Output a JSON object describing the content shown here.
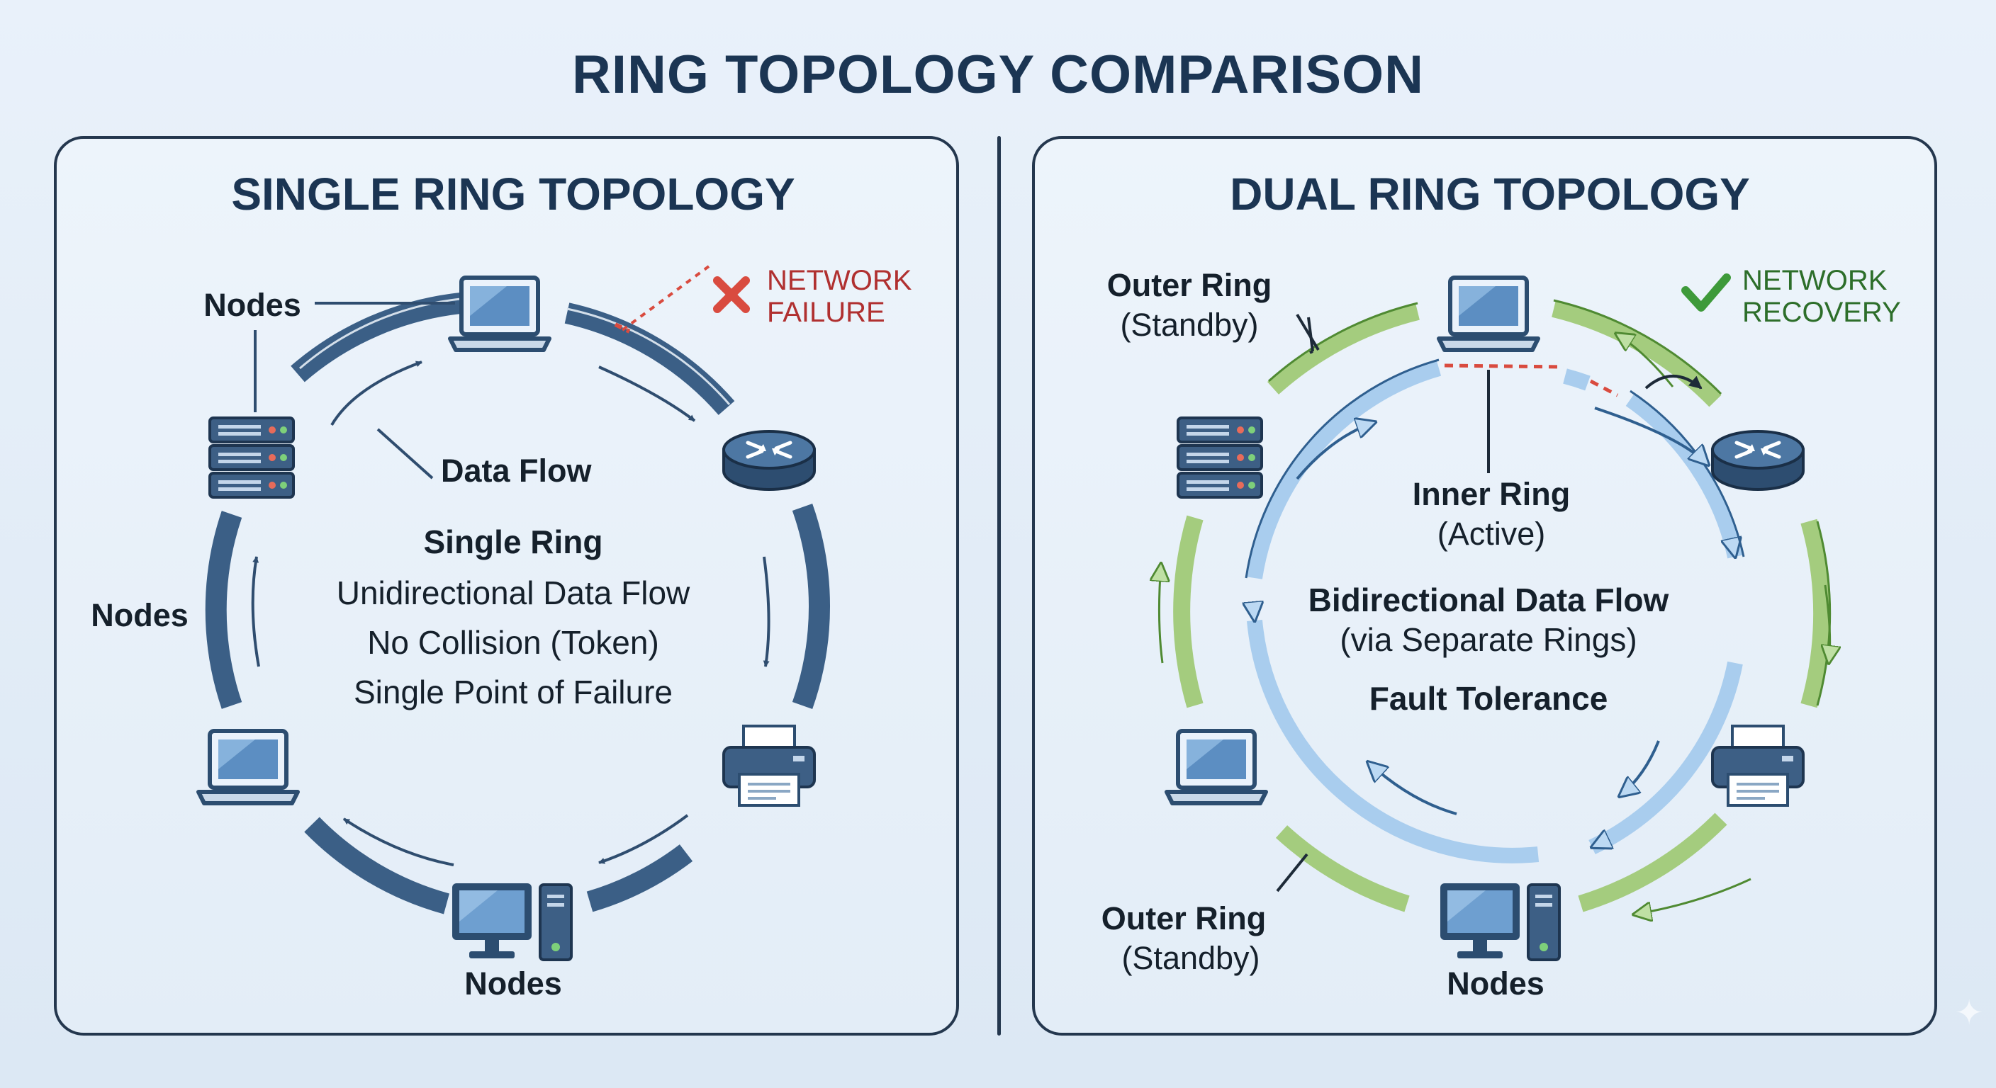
{
  "title": "RING TOPOLOGY COMPARISON",
  "single": {
    "title": "SINGLE RING TOPOLOGY",
    "nodes_label": "Nodes",
    "data_flow_label": "Data Flow",
    "failure_line1": "NETWORK",
    "failure_line2": "FAILURE",
    "center_title": "Single Ring",
    "center_lines": [
      "Unidirectional Data Flow",
      "No Collision (Token)",
      "Single Point of Failure"
    ]
  },
  "dual": {
    "title": "DUAL RING TOPOLOGY",
    "outer_ring_label": "Outer Ring",
    "standby_label": "(Standby)",
    "inner_ring_label": "Inner Ring",
    "active_label": "(Active)",
    "recovery_line1": "NETWORK",
    "recovery_line2": "RECOVERY",
    "center_title": "Bidirectional Data Flow",
    "center_sub": "(via Separate Rings)",
    "center_tail": "Fault Tolerance",
    "nodes_label": "Nodes"
  },
  "colors": {
    "ring_dark": "#3b5f86",
    "ring_inner": "#a9cdee",
    "ring_outer": "#a4cc7e",
    "failure": "#d94b3f",
    "recovery": "#3e9a3a"
  }
}
